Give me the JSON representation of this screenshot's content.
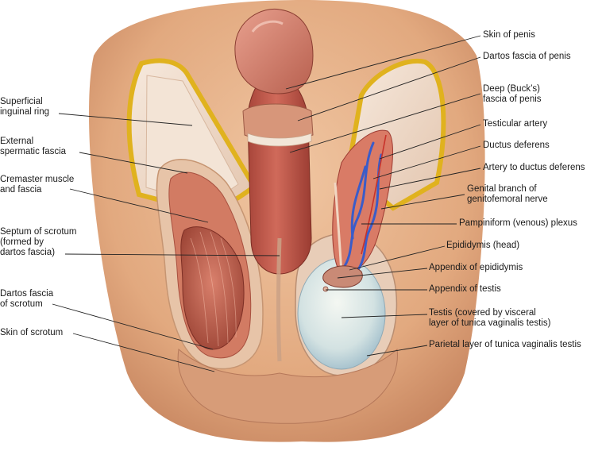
{
  "labels_right": [
    {
      "id": "skin-of-penis",
      "text": "Skin of penis"
    },
    {
      "id": "dartos-fascia-of-penis",
      "text": "Dartos fascia of penis"
    },
    {
      "id": "deep-bucks-fascia-of-penis",
      "text": "Deep (Buck’s)\nfascia of penis"
    },
    {
      "id": "testicular-artery",
      "text": "Testicular artery"
    },
    {
      "id": "ductus-deferens",
      "text": "Ductus deferens"
    },
    {
      "id": "artery-to-ductus-deferens",
      "text": "Artery to ductus deferens"
    },
    {
      "id": "genital-branch-of-genitofemoral-nerve",
      "text": "Genital branch of\ngenitofemoral nerve"
    },
    {
      "id": "pampiniform-venous-plexus",
      "text": "Pampiniform (venous) plexus"
    },
    {
      "id": "epididymis-head",
      "text": "Epididymis (head)"
    },
    {
      "id": "appendix-of-epididymis",
      "text": "Appendix of epididymis"
    },
    {
      "id": "appendix-of-testis",
      "text": "Appendix of testis"
    },
    {
      "id": "testis",
      "text": "Testis (covered by visceral\nlayer of tunica vaginalis testis)"
    },
    {
      "id": "parietal-layer-tunica-vaginalis",
      "text": "Parietal layer of tunica vaginalis testis"
    }
  ],
  "labels_left": [
    {
      "id": "superficial-inguinal-ring",
      "text": "Superficial\ninguinal ring"
    },
    {
      "id": "external-spermatic-fascia",
      "text": "External\nspermatic fascia"
    },
    {
      "id": "cremaster-muscle-and-fascia",
      "text": "Cremaster muscle\nand fascia"
    },
    {
      "id": "septum-of-scrotum",
      "text": "Septum of scrotum\n(formed by\ndartos fascia)"
    },
    {
      "id": "dartos-fascia-of-scrotum",
      "text": "Dartos fascia\nof scrotum"
    },
    {
      "id": "skin-of-scrotum",
      "text": "Skin of scrotum"
    }
  ],
  "colors": {
    "skin": "#e7b48d",
    "skin_shadow": "#cf8d68",
    "muscle": "#c8584a",
    "muscle_dark": "#9c3a31",
    "fascia_yellow": "#e9c23a",
    "fascia_pale": "#f2e2d4",
    "testis": "#dfe8e6",
    "vein_blue": "#3a5cc9",
    "artery_red": "#c8322a"
  }
}
